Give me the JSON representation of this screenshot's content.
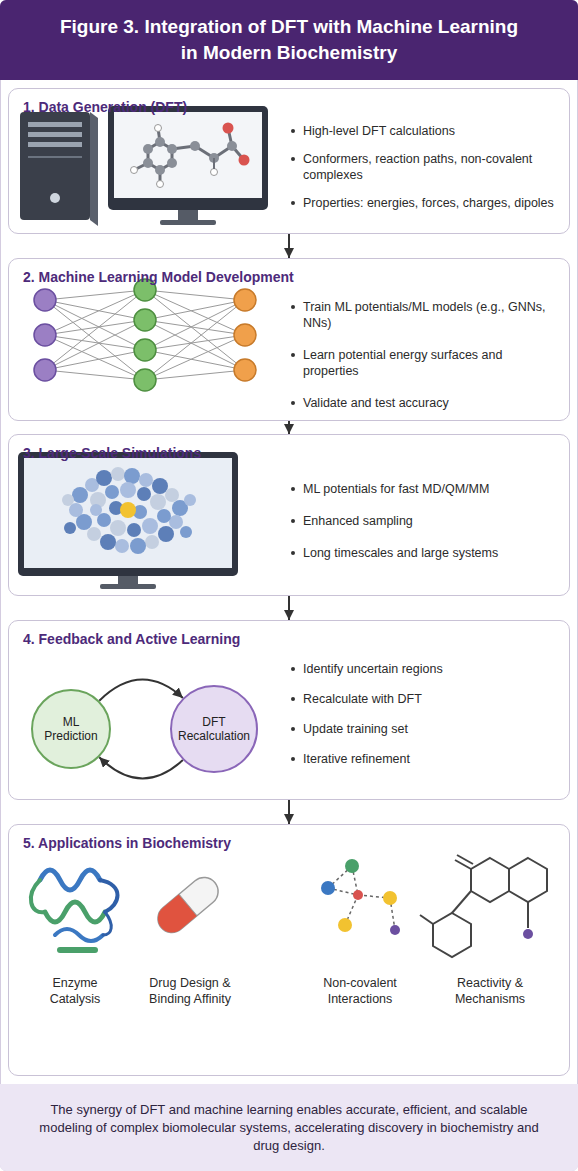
{
  "diagram": {
    "title": "Figure 3. Integration of DFT with Machine Learning in Modern Biochemistry",
    "caption": "The synergy of DFT and machine learning enables accurate, efficient, and scalable modeling of complex biomolecular systems, accelerating discovery in biochemistry and drug design.",
    "nodes": [
      {
        "text": [
          "1. Data Generation (DFT)",
          "High-level DFT calculations",
          "Conformers, reaction paths, non-covalent complexes",
          "Properties: energies, forces, charges, dipoles"
        ]
      },
      {
        "text": [
          "2. Machine Learning Model Development",
          "Train ML potentials/ML models (e.g., GNNs, NNs)",
          "Learn potential energy surfaces and properties",
          "Validate and test accuracy"
        ]
      },
      {
        "text": [
          "3. Large-Scale Simulations",
          "ML potentials for fast MD/QM/MM",
          "Enhanced sampling",
          "Long timescales and large systems"
        ]
      },
      {
        "text": [
          "4. Feedback and Active Learning",
          "Identify uncertain regions",
          "Recalculate with DFT",
          "Update training set",
          "Iterative refinement"
        ]
      },
      {
        "text": [
          "ML Prediction"
        ],
        "in": 3
      },
      {
        "text": [
          "DFT Recalculation"
        ],
        "in": 3
      },
      {
        "text": [
          "5. Applications in Biochemistry"
        ]
      }
    ],
    "edges": [
      {
        "from": 0,
        "to": 1,
        "arrow": "to"
      },
      {
        "from": 1,
        "to": 2,
        "arrow": "to"
      },
      {
        "from": 2,
        "to": 3,
        "arrow": "to"
      },
      {
        "from": 4,
        "to": 5,
        "arrow": "to"
      },
      {
        "from": 5,
        "to": 4,
        "arrow": "to"
      },
      {
        "from": 3,
        "to": 6,
        "arrow": "to"
      }
    ],
    "labels": [
      "Enzyme Catalysis",
      "Drug Design & Binding Affinity",
      "Non-covalent Interactions",
      "Reactivity & Mechanisms"
    ]
  }
}
